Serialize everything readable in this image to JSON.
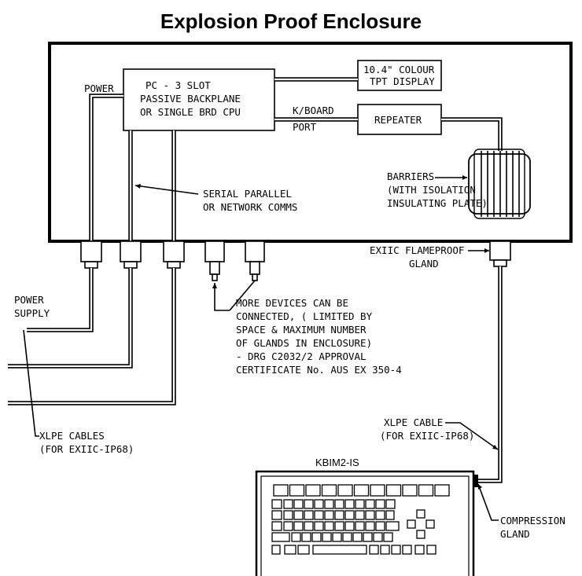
{
  "title": "Explosion Proof Enclosure",
  "labels": {
    "power": "POWER",
    "pc_line1": "PC - 3 SLOT",
    "pc_line2": "PASSIVE BACKPLANE",
    "pc_line3": "OR SINGLE BRD CPU",
    "display_line1": "10.4\" COLOUR",
    "display_line2": "TPT DISPLAY",
    "kboard": "K/BOARD",
    "port": "PORT",
    "repeater": "REPEATER",
    "barriers_line1": "BARRIERS",
    "barriers_line2": "(WITH ISOLATION",
    "barriers_line3": "INSULATING PLATE)",
    "serial_line1": "SERIAL PARALLEL",
    "serial_line2": "OR NETWORK COMMS",
    "exiic_line1": "EXIIC FLAMEPROOF",
    "exiic_line2": "GLAND",
    "power_supply_line1": "POWER",
    "power_supply_line2": "SUPPLY",
    "more_line1": "MORE DEVICES CAN BE",
    "more_line2": "CONNECTED, ( LIMITED BY",
    "more_line3": "SPACE & MAXIMUM NUMBER",
    "more_line4": "OF GLANDS IN ENCLOSURE)",
    "more_line5": "- DRG C2032/2 APPROVAL",
    "more_line6": "CERTIFICATE No. AUS EX 350-4",
    "xlpe_cables_line1": "XLPE CABLES",
    "xlpe_cables_line2": "(FOR EXIIC-IP68)",
    "xlpe_cable_line1": "XLPE CABLE",
    "xlpe_cable_line2": "(FOR EXIIC-IP68)",
    "kbim": "KBIM2-IS",
    "compression_line1": "COMPRESSION",
    "compression_line2": "GLAND"
  }
}
